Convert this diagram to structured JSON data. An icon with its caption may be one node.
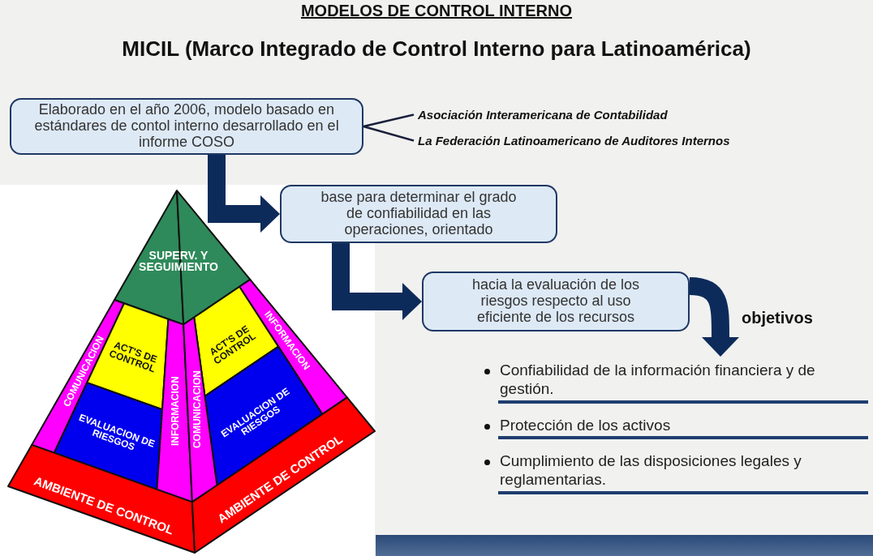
{
  "diagram": {
    "title": "MODELOS DE CONTROL INTERNO",
    "nodes": [
      {
        "text": [
          "Elaborado en el año 2006, modelo basado en estándares de contol interno desarrollado en el  informe COSO"
        ]
      },
      {
        "text": [
          "Asociación Interamericana de Contabilidad"
        ]
      },
      {
        "text": [
          "La Federación Latinoamericano de Auditores Internos"
        ]
      },
      {
        "text": [
          "base para determinar el grado de confiabilidad en las operaciones, orientado"
        ]
      },
      {
        "text": [
          "hacia la evaluación de los riesgos respecto al uso eficiente de los recursos"
        ]
      },
      {
        "text": [
          "Confiabilidad de la información financiera y de gestión.",
          "Protección de los activos",
          "Cumplimiento de las disposiciones legales y reglamentarias."
        ]
      }
    ],
    "edges": [
      {
        "from": 0,
        "to": 1,
        "arrow": "none"
      },
      {
        "from": 0,
        "to": 2,
        "arrow": "none"
      },
      {
        "from": 0,
        "to": 3,
        "arrow": "to"
      },
      {
        "from": 3,
        "to": 4,
        "arrow": "to"
      },
      {
        "from": 4,
        "to": 5,
        "arrow": "to",
        "label": "objetivos"
      }
    ],
    "labels": [
      "MICIL (Marco Integrado de Control Interno para Latinoamérica)",
      "SUPERV. Y SEGUIMIENTO",
      "COMUNICACION",
      "ACT'S DE CONTROL",
      "INFORMACION",
      "COMUNICACION",
      "ACT'S DE CONTROL",
      "INFORMACION",
      "EVALUACION DE RIESGOS",
      "EVALUACION DE RIESGOS",
      "AMBIENTE DE CONTROL",
      "AMBIENTE DE CONTROL"
    ]
  }
}
